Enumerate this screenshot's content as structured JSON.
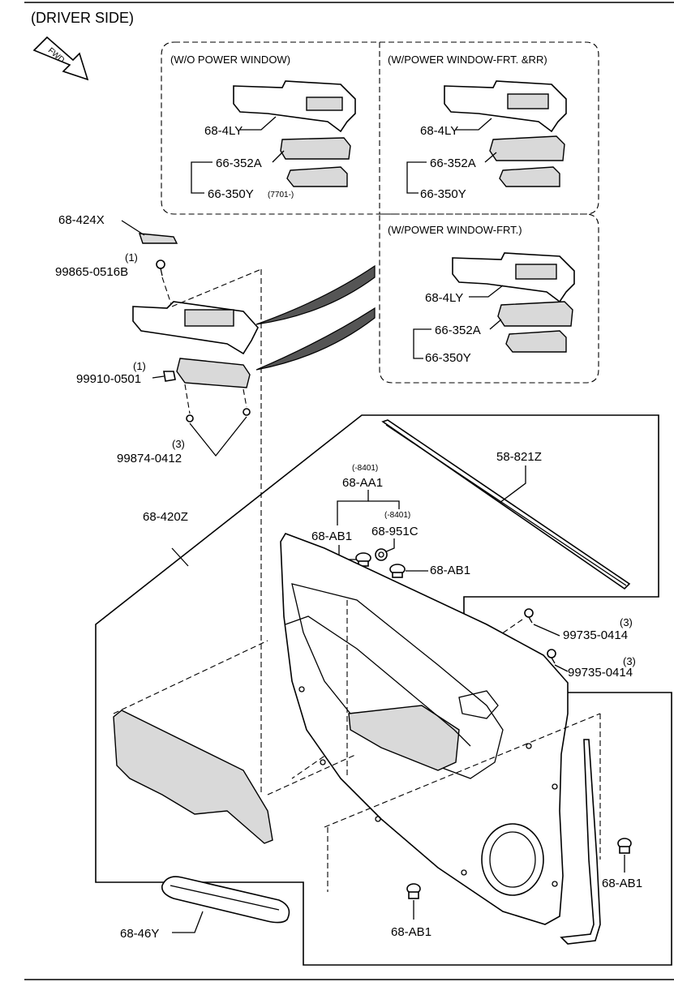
{
  "title": "(DRIVER SIDE)",
  "fwd": "FWD",
  "insets": {
    "wo": "(W/O POWER WINDOW)",
    "frt_rr": "(W/POWER WINDOW-FRT. &RR)",
    "frt": "(W/POWER WINDOW-FRT.)"
  },
  "labels": {
    "p_4ly_a": "68-4LY",
    "p_352a_a": "66-352A",
    "p_350y_a": "66-350Y",
    "p_350y_a_note": "(7701-)",
    "p_4ly_b": "68-4LY",
    "p_352a_b": "66-352A",
    "p_350y_b": "66-350Y",
    "p_4ly_c": "68-4LY",
    "p_352a_c": "66-352A",
    "p_350y_c": "66-350Y",
    "p_424x": "68-424X",
    "qty_0516b": "(1)",
    "p_0516b": "99865-0516B",
    "qty_0501": "(1)",
    "p_0501": "99910-0501",
    "qty_0412": "(3)",
    "p_0412": "99874-0412",
    "p_420z": "68-420Z",
    "note_aa1": "(-8401)",
    "p_aa1": "68-AA1",
    "p_ab1_a": "68-AB1",
    "note_951c": "(-8401)",
    "p_951c": "68-951C",
    "p_ab1_b": "68-AB1",
    "p_821z": "58-821Z",
    "qty_0414_a": "(3)",
    "p_0414_a": "99735-0414",
    "qty_0414_b": "(3)",
    "p_0414_b": "99735-0414",
    "p_ab1_c": "68-AB1",
    "p_ab1_d": "68-AB1",
    "p_46y": "68-46Y"
  }
}
